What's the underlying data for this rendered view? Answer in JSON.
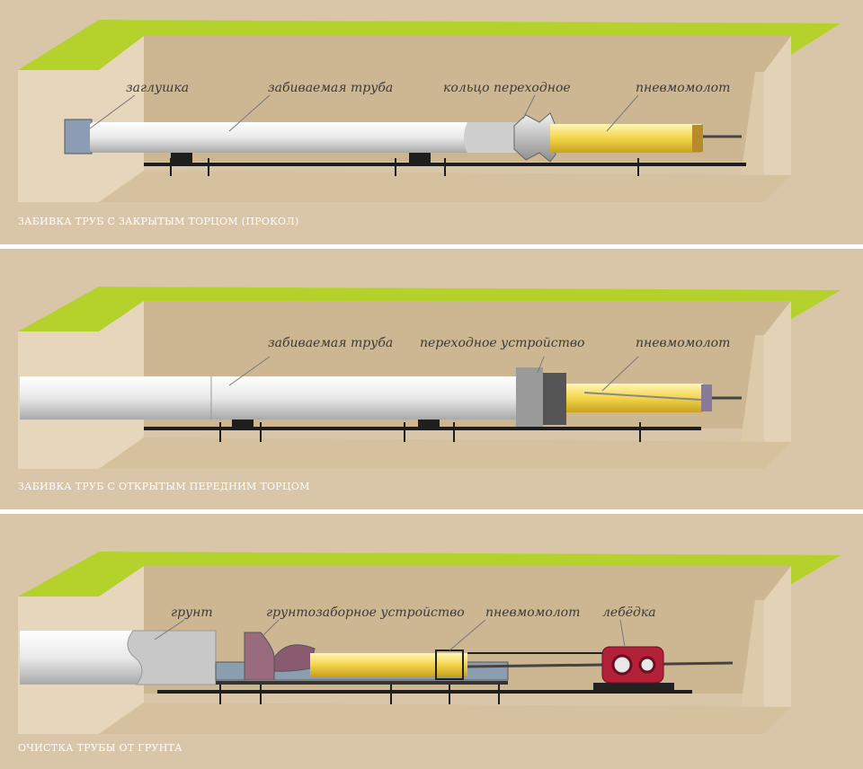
{
  "panels": [
    {
      "caption": "ЗАБИВКА ТРУБ С ЗАКРЫТЫМ ТОРЦОМ (ПРОКОЛ)",
      "labels": [
        "заглушка",
        "забиваемая труба",
        "кольцо переходное",
        "пневмомолот"
      ]
    },
    {
      "caption": "ЗАБИВКА ТРУБ С ОТКРЫТЫМ ПЕРЕДНИМ ТОРЦОМ",
      "labels": [
        "забиваемая труба",
        "переходное устройство",
        "пневмомолот"
      ]
    },
    {
      "caption": "ОЧИСТКА ТРУБЫ ОТ ГРУНТА",
      "labels": [
        "грунт",
        "грунтозаборное устройство",
        "пневмомолот",
        "лебёдка"
      ]
    }
  ],
  "colors": {
    "background": "#d9c6a8",
    "pit_wall": "#e6d6bc",
    "pit_floor": "#cdb793",
    "grass": "#b5d22c",
    "pipe": "#eeeeee",
    "hammer": "#f3d54a",
    "winch": "#b3203a",
    "rail": "#1e1e1e"
  }
}
